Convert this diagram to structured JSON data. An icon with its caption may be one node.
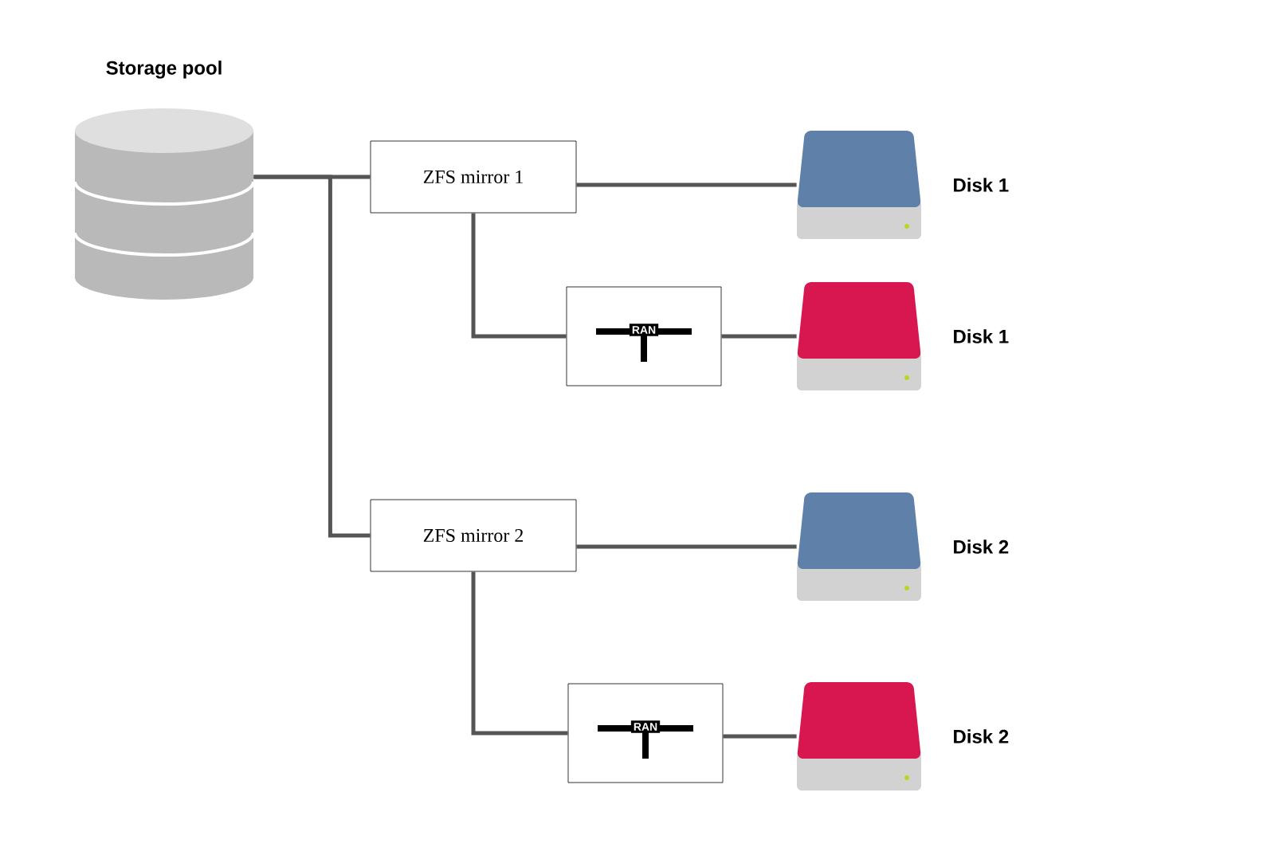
{
  "diagram": {
    "nodes": [
      {
        "text": [
          "Storage pool"
        ]
      },
      {
        "text": [
          "ZFS mirror 1"
        ]
      },
      {
        "text": [
          "RAN"
        ]
      },
      {
        "text": [],
        "shape": "drive",
        "beside": [
          "Disk 1"
        ]
      },
      {
        "text": [],
        "shape": "drive",
        "beside": [
          "Disk 1"
        ]
      },
      {
        "text": [
          "ZFS mirror 2"
        ]
      },
      {
        "text": [
          "RAN"
        ]
      },
      {
        "text": [],
        "shape": "drive",
        "beside": [
          "Disk 2"
        ]
      },
      {
        "text": [],
        "shape": "drive",
        "beside": [
          "Disk 2"
        ]
      }
    ],
    "edges": [
      {
        "from": 0,
        "to": 1,
        "arrow": "none"
      },
      {
        "from": 1,
        "to": 3,
        "arrow": "none"
      },
      {
        "from": 1,
        "to": 2,
        "arrow": "none"
      },
      {
        "from": 2,
        "to": 4,
        "arrow": "none"
      },
      {
        "from": 0,
        "to": 5,
        "arrow": "none"
      },
      {
        "from": 5,
        "to": 7,
        "arrow": "none"
      },
      {
        "from": 5,
        "to": 6,
        "arrow": "none"
      },
      {
        "from": 6,
        "to": 8,
        "arrow": "none"
      }
    ]
  }
}
